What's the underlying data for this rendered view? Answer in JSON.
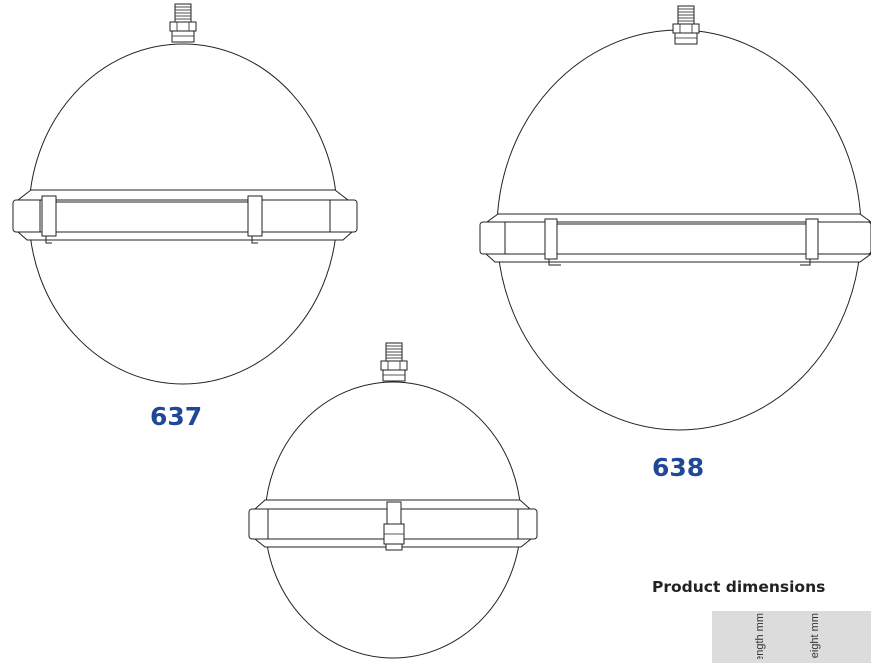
{
  "products": [
    {
      "model": "637"
    },
    {
      "model": "638"
    },
    {
      "model": ""
    }
  ],
  "dimensions": {
    "title": "Product dimensions",
    "headers": [
      "Length mm",
      "Height mm"
    ]
  },
  "colors": {
    "label": "#1f4896",
    "line": "#222222",
    "table_header": "#dcdcdc"
  }
}
